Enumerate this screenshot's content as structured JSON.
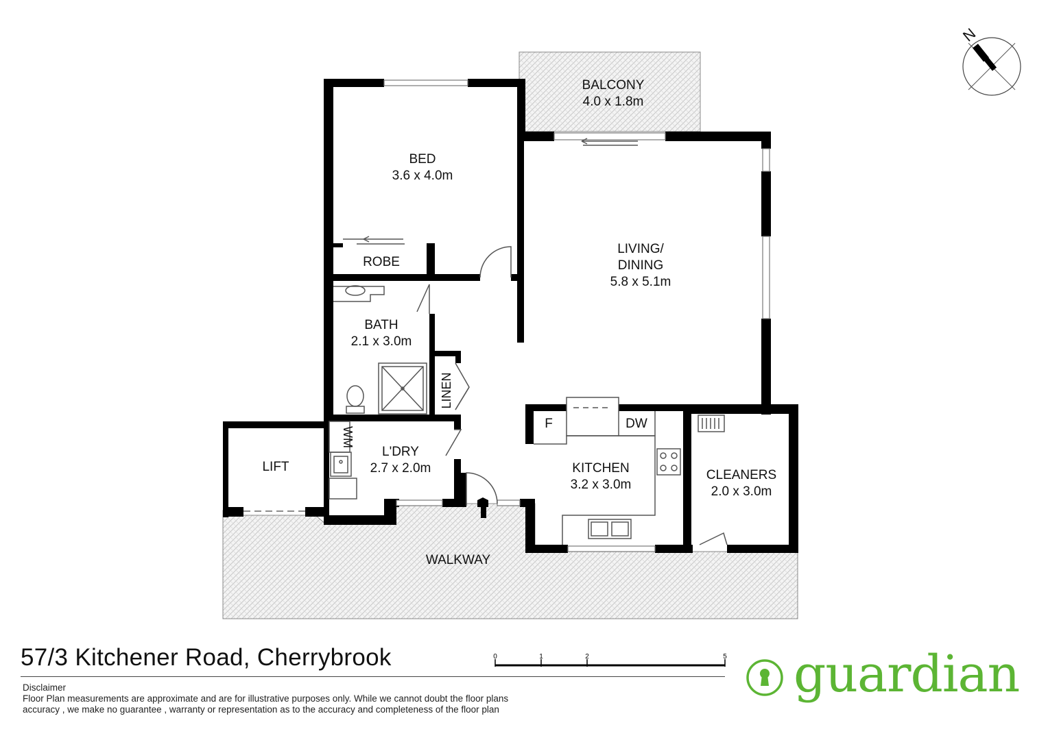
{
  "colors": {
    "wall": "#000000",
    "brand_green": "#5cb534",
    "hatch": "#c8c8c8"
  },
  "rooms": {
    "balcony": {
      "name": "BALCONY",
      "size": "4.0 x 1.8m"
    },
    "bed": {
      "name": "BED",
      "size": "3.6 x 4.0m"
    },
    "robe": {
      "name": "ROBE"
    },
    "living": {
      "name_line1": "LIVING/",
      "name_line2": "DINING",
      "size": "5.8 x 5.1m"
    },
    "bath": {
      "name": "BATH",
      "size": "2.1 x 3.0m"
    },
    "linen": {
      "name": "LINEN"
    },
    "laundry": {
      "name": "L'DRY",
      "size": "2.7 x 2.0m"
    },
    "wm": {
      "name": "WM"
    },
    "lift": {
      "name": "LIFT"
    },
    "kitchen": {
      "name": "KITCHEN",
      "size": "3.2 x 3.0m"
    },
    "fridge": {
      "name": "F"
    },
    "dishwasher": {
      "name": "DW"
    },
    "cleaners": {
      "name": "CLEANERS",
      "size": "2.0 x 3.0m"
    },
    "walkway": {
      "name": "WALKWAY"
    }
  },
  "compass": {
    "label": "N",
    "icon": "north-arrow-icon"
  },
  "scale_bar": {
    "ticks": [
      "0",
      "1",
      "2",
      "5"
    ]
  },
  "footer": {
    "address": "57/3 Kitchener Road, Cherrybrook",
    "disclaimer_title": "Disclaimer",
    "disclaimer_line1": "Floor Plan measurements are approximate and are for illustrative purposes only. While we cannot doubt the floor plans",
    "disclaimer_line2": "accuracy , we make no guarantee , warranty or representation as to the accuracy and completeness of the floor plan"
  },
  "brand": {
    "name": "guardian",
    "icon": "keyhole-icon"
  }
}
